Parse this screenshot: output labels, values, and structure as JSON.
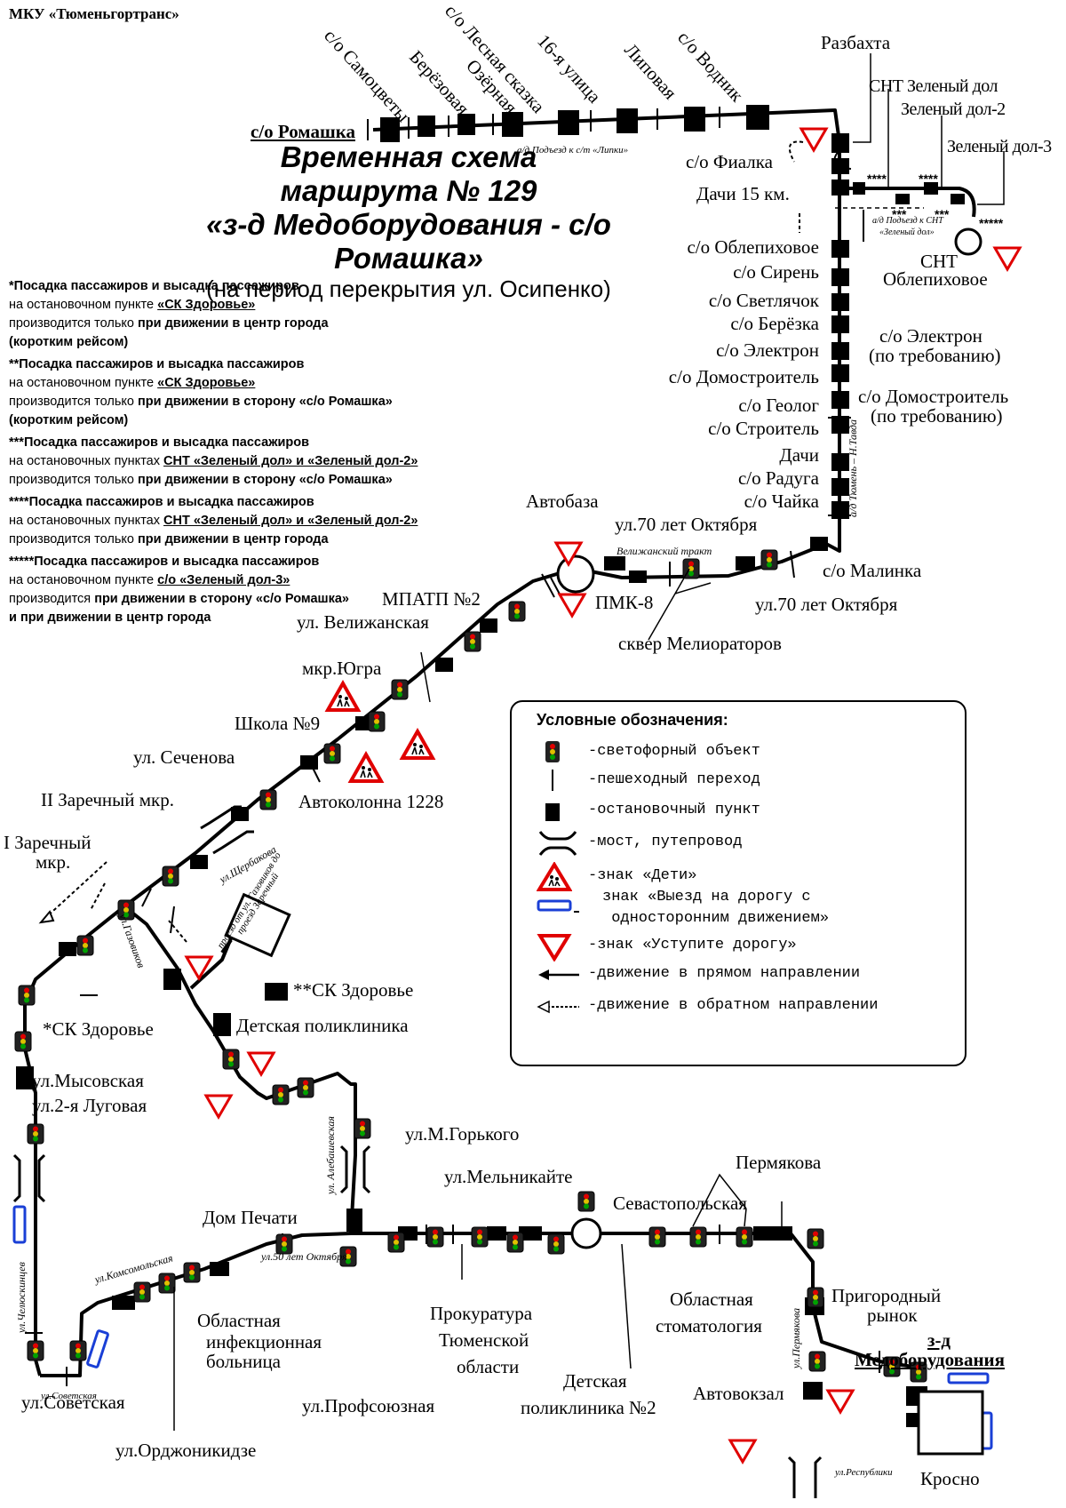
{
  "header": {
    "organization": "МКУ «Тюменьгортранс»"
  },
  "title": {
    "line1": "Временная схема",
    "line2": "маршрута № 129",
    "line3": "«з-д Медоборудования - с/о Ромашка»",
    "line4": "(на период перекрытия ул. Осипенко)"
  },
  "notes": [
    {
      "marker": "*",
      "l1": "Посадка пассажиров и высадка пассажиров",
      "l2a": "на остановочном пункте ",
      "l2b": "«СК Здоровье»",
      "l3a": "производится только ",
      "l3b": "при движении в центр города",
      "l4": "(коротким рейсом)"
    },
    {
      "marker": "**",
      "l1": "Посадка пассажиров и высадка пассажиров",
      "l2a": "на остановочном пункте ",
      "l2b": "«СК Здоровье»",
      "l3a": "производится только ",
      "l3b": "при движении в сторону «с/о Ромашка»",
      "l4": "(коротким рейсом)"
    },
    {
      "marker": "***",
      "l1": "Посадка пассажиров и высадка пассажиров",
      "l2a": "на остановочных пунктах ",
      "l2b": "СНТ «Зеленый дол» и «Зеленый дол-2»",
      "l3a": "производится только ",
      "l3b": "при движении в сторону «с/о Ромашка»",
      "l4": ""
    },
    {
      "marker": "****",
      "l1": "Посадка пассажиров и высадка пассажиров",
      "l2a": "на остановочных пунктах ",
      "l2b": "СНТ «Зеленый дол» и «Зеленый дол-2»",
      "l3a": "производится только ",
      "l3b": "при движении в центр города",
      "l4": ""
    },
    {
      "marker": "*****",
      "l1": "Посадка пассажиров и высадка пассажиров",
      "l2a": "на остановочном пункте ",
      "l2b": "с/о «Зеленый дол-3»",
      "l3a": "производится ",
      "l3b": "при движении в сторону «с/о Ромашка»",
      "l4": "и при движении в центр города"
    }
  ],
  "legend": {
    "title": "Условные обозначения:",
    "items": [
      {
        "symbol": "traffic-light-icon",
        "text": "-светофорный объект"
      },
      {
        "symbol": "crosswalk-icon",
        "text": "-пешеходный переход"
      },
      {
        "symbol": "bus-stop-icon",
        "text": "-остановочный пункт"
      },
      {
        "symbol": "bridge-icon",
        "text": "-мост, путепровод"
      },
      {
        "symbol": "children-sign-icon",
        "text": "-знак «Дети»"
      },
      {
        "symbol": "one-way-sign-icon",
        "text": "знак «Выезд на дорогу с\n односторонним движением»"
      },
      {
        "symbol": "yield-sign-icon",
        "text": "-знак «Уступите дорогу»"
      },
      {
        "symbol": "arrow-forward-icon",
        "text": "-движение в прямом направлении"
      },
      {
        "symbol": "arrow-reverse-icon",
        "text": "-движение в обратном направлении"
      }
    ]
  },
  "stops_top": {
    "romashka": "с/о Ромашка",
    "samotsvety": "с/о Самоцветы",
    "berezovaya": "Берёзовая",
    "ozernaya": "Озёрная",
    "lesnaya": "с/о Лесная сказка",
    "ulitsa16": "16-я улица",
    "lipovaya": "Липовая",
    "vodnik": "с/о Водник",
    "road_lipki": "а/д Подъезд к с/т «Липки»"
  },
  "stops_right": {
    "razbakhta": "Разбахта",
    "fialka": "с/о Фиалка",
    "dachi15": "Дачи 15 км.",
    "zel_dol": "СНТ Зеленый дол",
    "zel_dol2": "Зеленый дол-2",
    "zel_dol3": "Зеленый дол-3",
    "road_zel_1": "а/д Подъезд к СНТ",
    "road_zel_2": "«Зеленый дол»",
    "snt_obl_1": "СНТ",
    "snt_obl_2": "Облепиховое",
    "oblepikhovoe": "с/о Облепиховое",
    "siren": "с/о Сирень",
    "svetlyachok": "с/о Светлячок",
    "berezka": "с/о Берёзка",
    "elektron": "с/о Электрон",
    "elektron_r1": "с/о Электрон",
    "elektron_r2": "(по требованию)",
    "domostroitel": "с/о Домостроитель",
    "domostroitel_r1": "с/о Домостроитель",
    "domostroitel_r2": "(по требованию)",
    "geolog": "с/о Геолог",
    "stroitel": "с/о Строитель",
    "dachi": "Дачи",
    "raduga": "с/о Радуга",
    "chayka": "с/о Чайка",
    "road_tyumen": "а/д Тюмень – Н.Тавда",
    "malinka": "с/о Малинка"
  },
  "stops_middle": {
    "avtobaza": "Автобаза",
    "oktyabrya70_top": "ул.70 лет Октября",
    "velizh_trakt": "Велижанский тракт",
    "pmk8": "ПМК-8",
    "oktyabrya70_bot": "ул.70 лет Октября",
    "skver": "сквер Мелиораторов",
    "mpatp2": "МПАТП №2",
    "velizhanskaya": "ул. Велижанская",
    "yugra": "мкр.Югра",
    "shkola9": "Школа №9",
    "sechenova": "ул. Сеченова",
    "avtokolonna": "Автоколонна 1228",
    "zarechny2": "II Заречный мкр.",
    "zarechny1_a": "I Заречный",
    "zarechny1_b": "мкр.",
    "shcherbakova": "ул.Щербакова",
    "gazovikov": "ул.Газовиков",
    "proezd_1": "проезд от ул. Газовиков до",
    "proezd_2": "проезд Заречный",
    "sk_zdorovye_1": "*СК Здоровье",
    "sk_zdorovye_2": "**СК Здоровье",
    "det_poliklinika": "Детская поликлиника"
  },
  "stops_bottom": {
    "mysovskaya": "ул.Мысовская",
    "lugovaya": "ул.2-я Луговая",
    "chelyuskintsev": "ул.Челюскинцев",
    "komsomolskaya": "ул.Комсомольская",
    "sovetskaya_small": "ул.Советская",
    "sovetskaya": "ул.Советская",
    "ordzhonikidze": "ул.Орджоникидзе",
    "infektsionnaya_1": "Областная",
    "infektsionnaya_2": "инфекционная",
    "infektsionnaya_3": "больница",
    "oktyabrya50": "ул.50 лет Октября",
    "dom_pechati": "Дом Печати",
    "alebashevskaya": "ул. Алебашевская",
    "profsoyuznaya": "ул.Профсоюзная",
    "gorkogo": "ул.М.Горького",
    "melnikayte": "ул.Мельникайте",
    "prokuratura_1": "Прокуратура",
    "prokuratura_2": "Тюменской",
    "prokuratura_3": "области",
    "det_poli2_1": "Детская",
    "det_poli2_2": "поликлиника №2",
    "sevastopolskaya": "Севастопольская",
    "permyakova": "Пермякова",
    "stomatologiya_1": "Областная",
    "stomatologiya_2": "стоматология",
    "prigorodny_1": "Пригородный",
    "prigorodny_2": "рынок",
    "permyakova_small": "ул.Пермякова",
    "zavod_1": "з-д",
    "zavod_2": "Медоборудования",
    "avtovokzal": "Автовокзал",
    "respubliki": "ул.Республики",
    "krosno": "Кросно"
  },
  "colors": {
    "route": "#000000",
    "sign_red": "#e00000",
    "one_way_blue": "#1a3fd6",
    "traffic_light_green": "#00a000",
    "traffic_light_yellow": "#e0c000"
  }
}
